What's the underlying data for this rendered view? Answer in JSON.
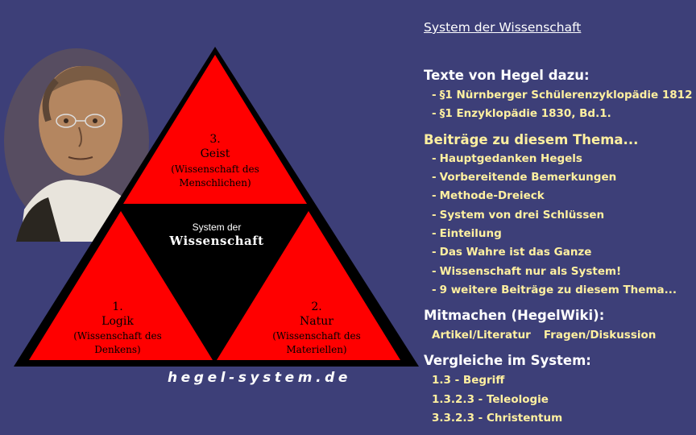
{
  "triangle": {
    "top": {
      "number": "3.",
      "title": "Geist",
      "subtitle_1": "(Wissenschaft des",
      "subtitle_2": "Menschlichen)"
    },
    "left": {
      "number": "1.",
      "title": "Logik",
      "subtitle_1": "(Wissenschaft des",
      "subtitle_2": "Denkens)"
    },
    "right": {
      "number": "2.",
      "title": "Natur",
      "subtitle_1": "(Wissenschaft des",
      "subtitle_2": "Materiellen)"
    },
    "center_line_1": "System der",
    "center_line_2": "Wissenschaft"
  },
  "site_name": "hegel-system.de",
  "panel": {
    "top_link": "System der Wissenschaft",
    "texts_heading": "Texte von Hegel dazu:",
    "texts": [
      "§1 Nürnberger Schülerenzyklopädie 1812",
      "§1 Enzyklopädie 1830, Bd.1."
    ],
    "contrib_heading": "Beiträge zu diesem Thema...",
    "contribs": [
      "Hauptgedanken Hegels",
      "Vorbereitende Bemerkungen",
      "Methode-Dreieck",
      "System von drei Schlüssen",
      "Einteilung",
      "Das Wahre ist das Ganze",
      "Wissenschaft nur als System!",
      "9 weitere Beiträge zu diesem Thema..."
    ],
    "wiki_heading": "Mitmachen (HegelWiki):",
    "wiki_links": [
      "Artikel/Literatur",
      "Fragen/Diskussion"
    ],
    "compare_heading": "Vergleiche im System:",
    "compare": [
      "1.3 - Begriff",
      "1.3.2.3 - Teleologie",
      "3.3.2.3 - Christentum"
    ]
  },
  "colors": {
    "background": "#3d3f78",
    "triangle_red": "#ff0000",
    "triangle_black": "#000000",
    "link_gold": "#fff0a0"
  }
}
